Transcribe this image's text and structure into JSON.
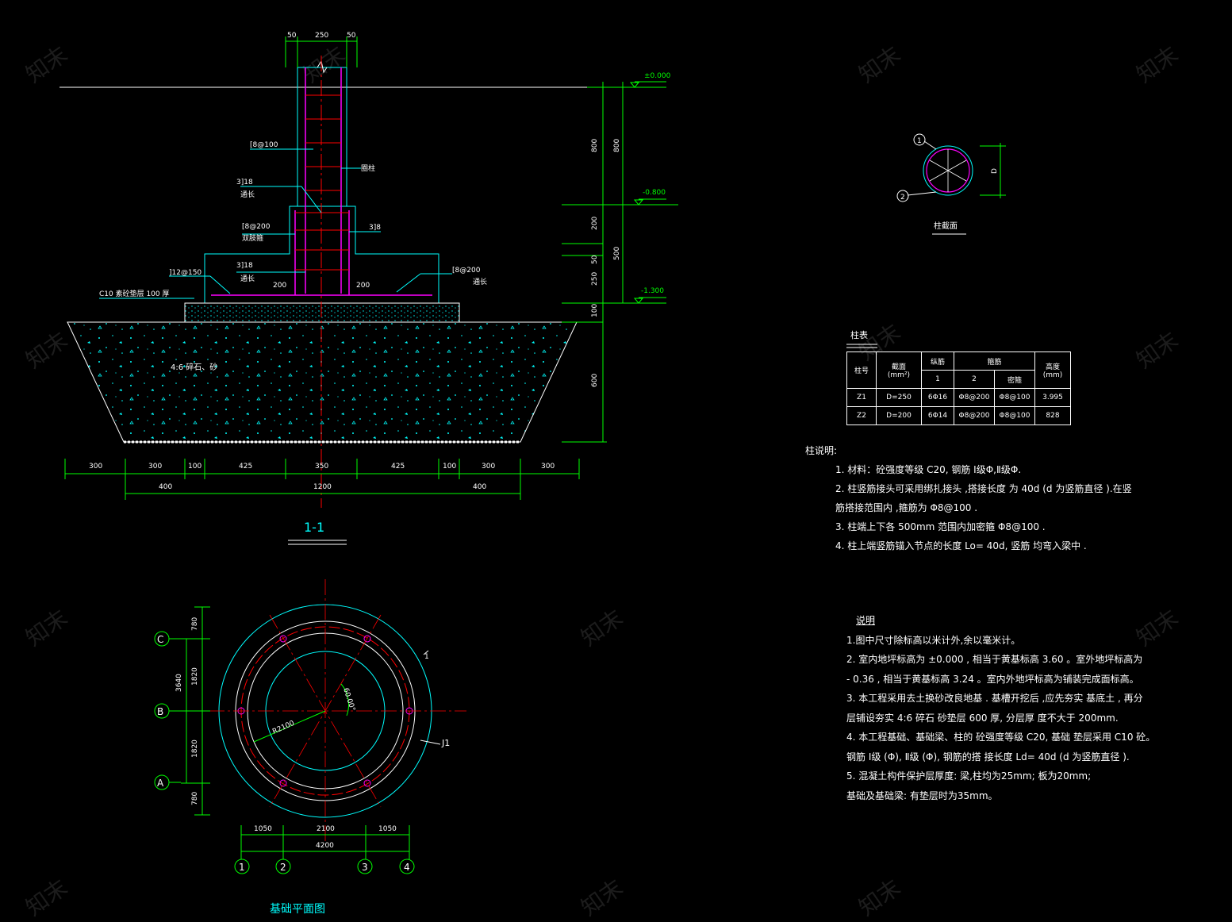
{
  "section": {
    "title": "1-1",
    "dims_top": [
      "50",
      "250",
      "50"
    ],
    "elevations": [
      "±0.000",
      "-0.800",
      "-1.300"
    ],
    "right_dims_a": [
      "800",
      "200",
      "50",
      "250",
      "100",
      "600"
    ],
    "right_dims_b": [
      "800",
      "500"
    ],
    "labels": {
      "stirrup_top": "[8@100",
      "ring_col": "圈柱",
      "rebar_a": "3]18",
      "rebar_a2": "通长",
      "stirrup_mid": "[8@200",
      "stirrup_mid2": "双肢箍",
      "rebar_b": "3]8",
      "rebar_c": "3]18",
      "rebar_c2": "通长",
      "bottom_bar": "]12@150",
      "bottom_bar2": "[8@200",
      "bottom_bar3": "通长",
      "d200a": "200",
      "d200b": "200",
      "cushion": "C10 素砼垫层  100 厚",
      "gravel": "4:6  碎石、砂"
    },
    "bottom_dims_1": [
      "300",
      "300",
      "100",
      "425",
      "350",
      "425",
      "100",
      "300",
      "300"
    ],
    "bottom_dims_2": [
      "400",
      "1200",
      "400"
    ]
  },
  "col_section": {
    "title": "柱截面",
    "m1": "1",
    "m2": "2",
    "dim": "D"
  },
  "col_table": {
    "title": "柱表",
    "headers": {
      "no": "柱号",
      "section": "截面",
      "section_unit": "(mm²)",
      "long": "纵筋",
      "stirrup": "箍筋",
      "height": "高度",
      "height_unit": "(mm)",
      "c1": "1",
      "c2": "2",
      "dense": "密箍"
    },
    "rows": [
      {
        "no": "Z1",
        "section": "D=250",
        "long": "6Φ16",
        "s2": "Φ8@200",
        "dense": "Φ8@100",
        "height": "3.995"
      },
      {
        "no": "Z2",
        "section": "D=200",
        "long": "6Φ14",
        "s2": "Φ8@200",
        "dense": "Φ8@100",
        "height": "828"
      }
    ]
  },
  "col_notes": {
    "title": "柱说明:",
    "lines": [
      "1. 材料：砼强度等级   C20, 钢筋 Ⅰ级Φ,Ⅱ级Φ.",
      "2. 柱竖筋接头可采用绑扎接头        ,搭接长度   为 40d  (d 为竖筋直径   ).在竖",
      "    筋搭接范围内     ,箍筋为   Φ8@100   .",
      "3. 柱端上下各   500mm    范围内加密箍     Φ8@100   .",
      "4. 柱上端竖筋锚入节点的长度          Lo= 40d, 竖筋 均弯入梁中    ."
    ]
  },
  "gen_notes": {
    "title": "说明",
    "lines": [
      "1.图中尺寸除标高以米计外,余以毫米计。",
      "2. 室内地坪标高为     ±0.000   , 相当于黄基标高       3.60  。室外地坪标高为",
      "   - 0.36 , 相当于黄基标高       3.24  。室内外地坪标高为铺装完成面标高。",
      "3. 本工程采用去土换砂改良地基          . 基槽开挖后    ,应先夯实  基底土  , 再分",
      "   层铺设夯实    4:6   碎石  砂垫层   600  厚, 分层厚   度不大于    200mm.",
      "4. 本工程基础、基础梁、柱的         砼强度等级    C20, 基础  垫层采用    C10  砼。",
      "   钢筋 Ⅰ级 (Φ), Ⅱ级 (Φ),  钢筋的搭   接长度   Ld= 40d (d 为竖筋直径    ).",
      "5. 混凝土构件保护层厚度:  梁,柱均为25mm;   板为20mm;",
      "   基础及基础梁: 有垫层时为35mm。"
    ]
  },
  "plan": {
    "title": "基础平面图",
    "axes_h": [
      "C",
      "B",
      "A"
    ],
    "axes_v": [
      "1",
      "2",
      "3",
      "4"
    ],
    "left_dims": [
      "780",
      "1820",
      "1820",
      "780"
    ],
    "left_total": "3640",
    "bottom_dims": [
      "1050",
      "2100",
      "1050"
    ],
    "bottom_total": "4200",
    "radius_label": "R2100",
    "angle_label": "60.00°",
    "tag_j1": "J1",
    "tag_1": "1"
  },
  "watermark": "知末",
  "colors": {
    "bg": "#000000",
    "cyan": "#00ffff",
    "green": "#00ff00",
    "red": "#ff0000",
    "magenta": "#ff00ff",
    "white": "#ffffff"
  }
}
